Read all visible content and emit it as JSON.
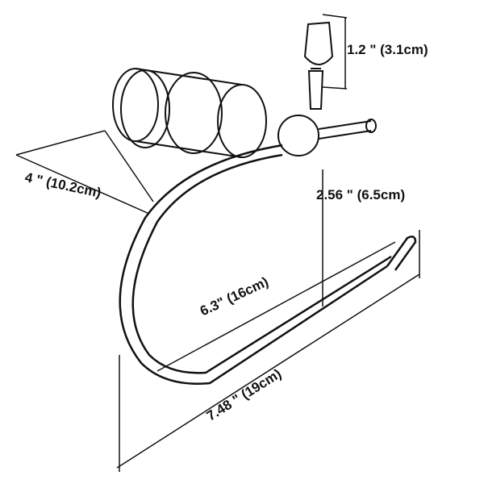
{
  "dimensions": {
    "post_height": "1.2 \" (3.1cm)",
    "depth": "4 \" (10.2cm)",
    "drop": "2.56 \" (6.5cm)",
    "bar_length": "6.3\" (16cm)",
    "total_width": "7.48 \" (19cm)"
  },
  "colors": {
    "line": "#111111",
    "fill": "#ffffff"
  }
}
